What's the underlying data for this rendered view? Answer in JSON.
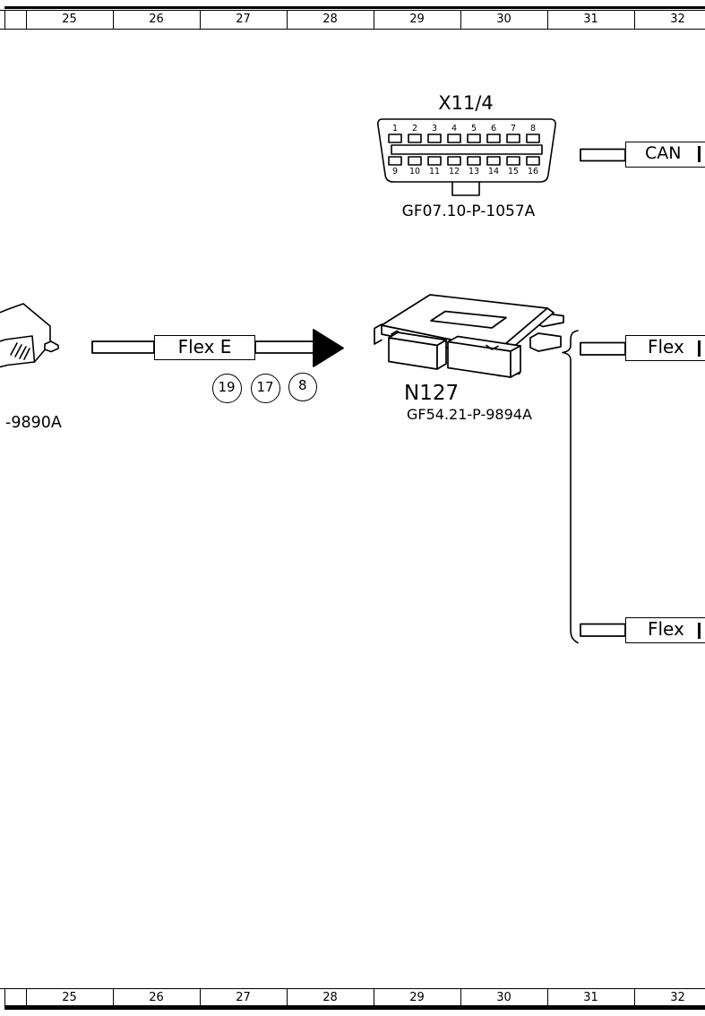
{
  "colors": {
    "line": "#000000",
    "background": "#ffffff"
  },
  "rulers": {
    "top": {
      "cells": [
        "25",
        "26",
        "27",
        "28",
        "29",
        "30",
        "31",
        "32"
      ]
    },
    "bottom": {
      "cells": [
        "25",
        "26",
        "27",
        "28",
        "29",
        "30",
        "31",
        "32"
      ]
    }
  },
  "obd_connector": {
    "designation": "X11/4",
    "document_number": "GF07.10-P-1057A",
    "pins_top": [
      "1",
      "2",
      "3",
      "4",
      "5",
      "6",
      "7",
      "8"
    ],
    "pins_bottom": [
      "9",
      "10",
      "11",
      "12",
      "13",
      "14",
      "15",
      "16"
    ]
  },
  "can_connector": {
    "label": "CAN",
    "truncated": true
  },
  "left_module": {
    "document_number": "-9890A",
    "truncated": true
  },
  "flex_e_wire": {
    "label": "Flex E",
    "callouts": [
      "19",
      "17",
      "8"
    ]
  },
  "control_unit": {
    "designation": "N127",
    "document_number": "GF54.21-P-9894A"
  },
  "flex_branch_top": {
    "label": "Flex",
    "truncated": true
  },
  "flex_branch_bottom": {
    "label": "Flex",
    "truncated": true
  }
}
